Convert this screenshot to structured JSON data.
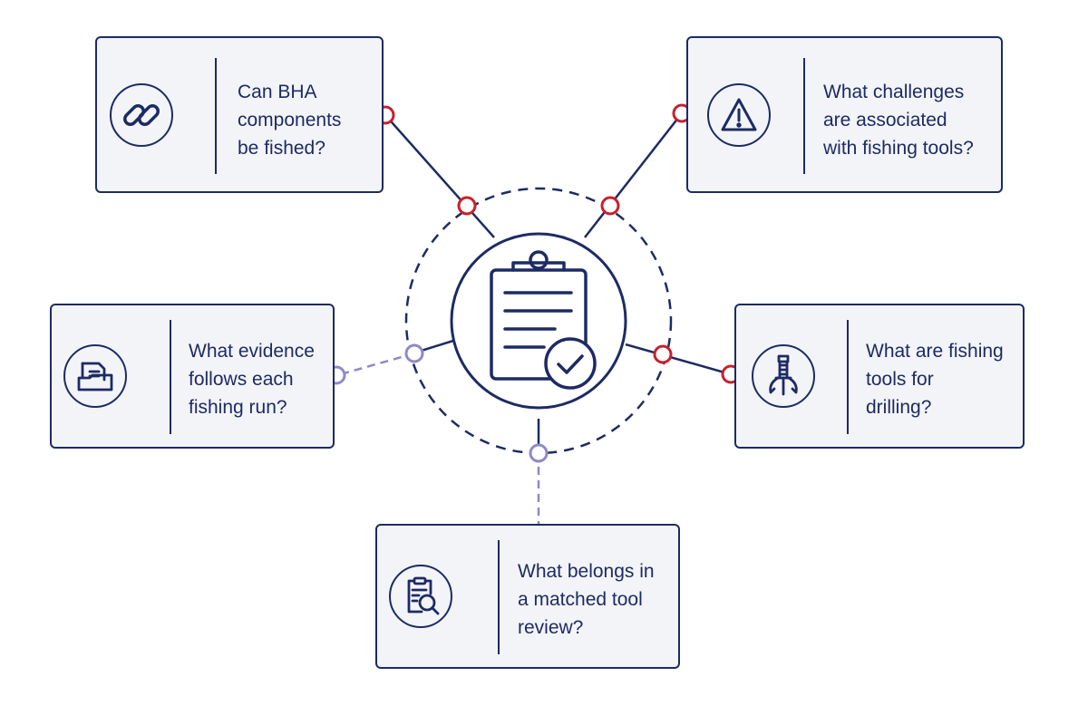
{
  "colors": {
    "navy": "#1d2b64",
    "card_fill": "#f3f4f8",
    "node_red": "#c8202e",
    "node_lavender": "#8f89c6"
  },
  "hub": {
    "icon": "clipboard-check-icon"
  },
  "cards": [
    {
      "id": "bha",
      "text": "Can BHA\ncomponents\nbe fished?",
      "icon": "chain-link-icon",
      "connector": "solid-red"
    },
    {
      "id": "challenges",
      "text": "What challenges\nare associated\nwith fishing tools?",
      "icon": "warning-triangle-icon",
      "connector": "solid-red"
    },
    {
      "id": "evidence",
      "text": "What evidence\nfollows each\nfishing run?",
      "icon": "folder-document-icon",
      "connector": "dashed-lavender"
    },
    {
      "id": "tools",
      "text": "What are fishing\ntools for\ndrilling?",
      "icon": "grapple-claw-icon",
      "connector": "solid-red"
    },
    {
      "id": "review",
      "text": "What belongs in\na matched tool\nreview?",
      "icon": "clipboard-search-icon",
      "connector": "dashed-lavender"
    }
  ]
}
